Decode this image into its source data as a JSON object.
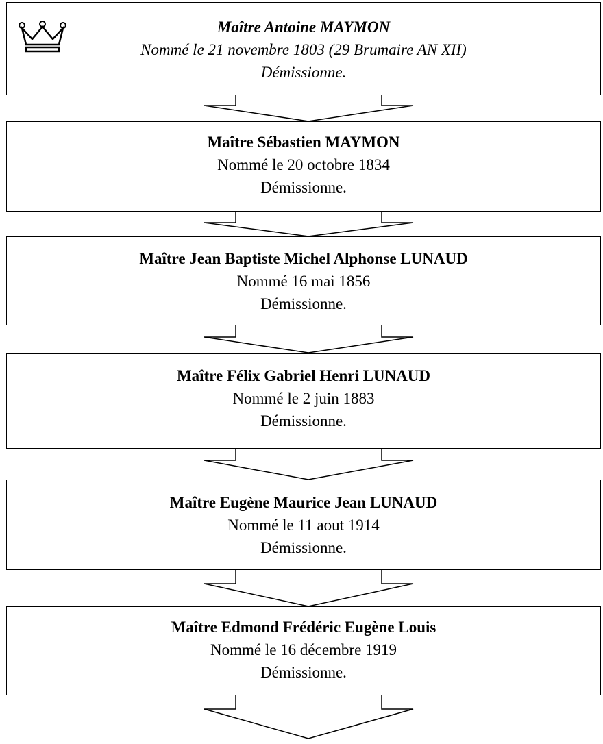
{
  "notaries": [
    {
      "name": "Maître Antoine MAYMON",
      "appointed": "Nommé le 21 novembre 1803 (29 Brumaire AN XII)",
      "status": "Démissionne.",
      "italic": true,
      "icon": "crown-icon"
    },
    {
      "name": "Maître Sébastien MAYMON",
      "appointed": "Nommé le 20 octobre 1834",
      "status": "Démissionne."
    },
    {
      "name": "Maître Jean Baptiste Michel Alphonse LUNAUD",
      "appointed": "Nommé 16 mai 1856",
      "status": "Démissionne."
    },
    {
      "name": "Maître Félix Gabriel Henri LUNAUD",
      "appointed": "Nommé le 2 juin 1883",
      "status": "Démissionne."
    },
    {
      "name": "Maître Eugène Maurice Jean LUNAUD",
      "appointed": "Nommé le 11 aout 1914",
      "status": "Démissionne."
    },
    {
      "name": "Maître Edmond Frédéric Eugène Louis",
      "appointed": "Nommé le 16 décembre  1919",
      "status": "Démissionne."
    }
  ],
  "colors": {
    "stroke": "#000000",
    "background": "#ffffff"
  }
}
